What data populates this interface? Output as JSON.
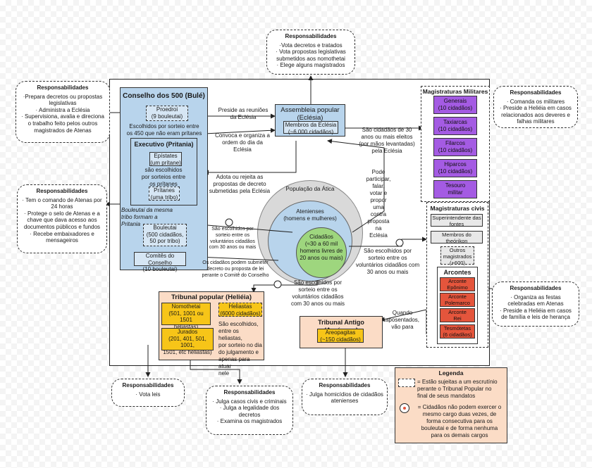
{
  "top_resp": {
    "title": "Responsabilidades",
    "lines": [
      "·Vota decretos e tratados",
      "· Vota propostas legislativas",
      "submetidos aos nomothetai",
      "· Elege alguns magistrados"
    ]
  },
  "left_resp1": {
    "title": "Responsabilidades",
    "lines": [
      "·Prepara decretos ou propostas",
      "legislativas",
      "· Administra a Eclésia",
      "· Supervisiona, avalia e direciona",
      "o trabalho feito pelos outros",
      "magistrados de Atenas"
    ]
  },
  "left_resp2": {
    "title": "Responsabilidades",
    "lines": [
      "· Tem o comando de Atenas por",
      "24 horas",
      "· Protege o selo de Atenas e a",
      "chave que dava acesso aos",
      "documentos públicos e fundos",
      "· Recebe embaixadores e",
      "mensageiros"
    ]
  },
  "right_resp1": {
    "title": "Responsabilidades",
    "lines": [
      "· Comanda os militares",
      "· Preside a Heliéia em casos",
      "relacionados aos deveres e",
      "falhas militares"
    ]
  },
  "right_resp2": {
    "title": "Responsabilidades",
    "lines": [
      "· Organiza as festas",
      "celebradas em Atenas",
      "· Preside a Heliéia em casos",
      "de família e leis de herança"
    ]
  },
  "bottom_resp1": {
    "title": "Responsabilidades",
    "lines": [
      "· Vota leis"
    ]
  },
  "bottom_resp2": {
    "title": "Responsabilidades",
    "lines": [
      "· Julga casos civis e criminais",
      "· Julga a legalidade dos",
      "decretos",
      "· Examina os magistrados"
    ]
  },
  "bottom_resp3": {
    "title": "Responsabilidades",
    "lines": [
      "· Julga homicídios de cidadãos",
      "atenienses"
    ]
  },
  "conselho": {
    "title": "Conselho dos 500 (Bulé)",
    "proedroi": [
      "Proedroi",
      "(9 bouleutai)"
    ],
    "proedroi_note": [
      "Escolhidos por sorteio entre",
      "os 450 que não eram prítanes"
    ],
    "executivo_title": "Executivo (Pritania)",
    "epistates": [
      "Epístates",
      "(um prítane)"
    ],
    "epistates_note": [
      "são escolhidos",
      "por sorteios entre",
      "os prítanes"
    ],
    "pritanes": [
      "Prítanes",
      "(uma tribo)"
    ],
    "tribo_note": [
      "Bouleutai da mesma",
      "tribo formam a",
      "Pritania"
    ],
    "bouleutai": [
      "Bouleutai",
      "(500 cidadãos,",
      "50 por tribo)"
    ],
    "comites": [
      "Comitês do Conselho",
      "(10 bouleutai)"
    ]
  },
  "assembleia": {
    "title": "Assembleia popular",
    "subtitle": "(Eclésia)",
    "membros": [
      "Membros da Eclésia",
      "(~6.000 cidadãos)"
    ]
  },
  "arrows": {
    "preside": [
      "Preside as reuniões",
      "da Eclésia"
    ],
    "convoca": [
      "Convoca e organiza a",
      "ordem do dia da",
      "Eclésia"
    ],
    "adota": [
      "Adota ou rejeita as",
      "propostas de decreto",
      "submetidas pela Eclésia"
    ],
    "sao_escolhidos_conselho": [
      "São escolhidos por",
      "sorteio entre os",
      "voluntários cidadãos",
      "com 30 anos ou mais"
    ],
    "os_cidadaos": [
      "Os cidadãos podem submeter",
      "decreto ou proposta de lei",
      "perante o Comitê do Conselho"
    ],
    "sao_eleitos": [
      "São cidadãos de 30",
      "anos ou mais eleitos",
      "(por mãos levantadas)",
      "pela Eclésia"
    ],
    "pode_participar": [
      "Pode",
      "participar,",
      "falar,",
      "votar e",
      "propor",
      "uma",
      "contra",
      "proposta",
      "na",
      "Eclésia"
    ],
    "sao_escolhidos_magistrados": [
      "São escolhidos por",
      "sorteio entre os",
      "voluntários cidadãos com",
      "30 anos ou mais"
    ],
    "sao_escolhidos_tribunal": [
      "São escolhidos por",
      "sorteio entre os",
      "voluntários cidadãos",
      "com 30 anos ou mais"
    ],
    "quando": [
      "Quando",
      "aposentados,",
      "vão para"
    ]
  },
  "circles": {
    "outer": "População da Ática",
    "middle": [
      "Atenienses",
      "(homens e mulheres)"
    ],
    "inner": [
      "Cidadãos",
      "(≈30 a 60 mil",
      "homens livres de",
      "20 anos ou mais)"
    ]
  },
  "militares": {
    "title": "Magistraturas Militares",
    "items": [
      [
        "Generais",
        "(10 cidadãos)"
      ],
      [
        "Taxiarcas",
        "(10 cidadãos)"
      ],
      [
        "Filarcos",
        "(10 cidadãos)"
      ],
      [
        "Hiparcos",
        "(10 cidadãos)"
      ],
      [
        "Tesouro",
        "militar"
      ]
    ]
  },
  "civis": {
    "title": "Magistraturas civis",
    "items": [
      [
        "Superintendente das",
        "fontes"
      ],
      [
        "Membros do",
        "theórikon"
      ],
      [
        "Outros",
        "magistrados",
        "(+600)"
      ]
    ]
  },
  "arcontes": {
    "title": "Arcontes",
    "items": [
      [
        "Arconte",
        "Epônimo"
      ],
      [
        "Arconte",
        "Polemarco"
      ],
      [
        "Arconte",
        "Rei"
      ],
      [
        "Tesmótetas",
        "(6 cidadãos)"
      ]
    ]
  },
  "tribunal": {
    "title": "Tribunal popular (Heliéia)",
    "nomothetai": [
      "Nomothetai",
      "(501, 1001 ou 1501",
      "heliastas)"
    ],
    "heliastas": [
      "Heliastas",
      "(6000 cidadãos)"
    ],
    "heliastas_note": [
      "São escolhidos,",
      "entre os heliastas,",
      "por sorteio no dia",
      "do julgamento e",
      "apenas para atuar",
      "nele"
    ],
    "jurados": [
      "Jurados",
      "(201, 401, 501, 1001,",
      "1501, etc heliastas)"
    ]
  },
  "areopago": {
    "title": "Tribunal Antigo (Areópago)",
    "box": [
      "Areopagitas",
      "(~150 cidadãos)"
    ]
  },
  "legenda": {
    "title": "Legenda",
    "item1": [
      "= Estão sujeitas a um escrutínio",
      "perante o Tribunal Popular no",
      "final de seus mandatos"
    ],
    "item2": [
      "= Cidadãos não podem exercer o",
      "mesmo cargo duas vezes, de",
      "forma consecutiva para os",
      "bouleutai e de forma nenhuma",
      "para os demais cargos"
    ]
  },
  "colors": {
    "blue": "#b8d4ec",
    "yellow": "#f7c518",
    "orange": "#f6b07a",
    "red": "#e4553c",
    "purple": "#a45be3",
    "peach": "#fbdcc6",
    "green": "#9ed67e"
  }
}
